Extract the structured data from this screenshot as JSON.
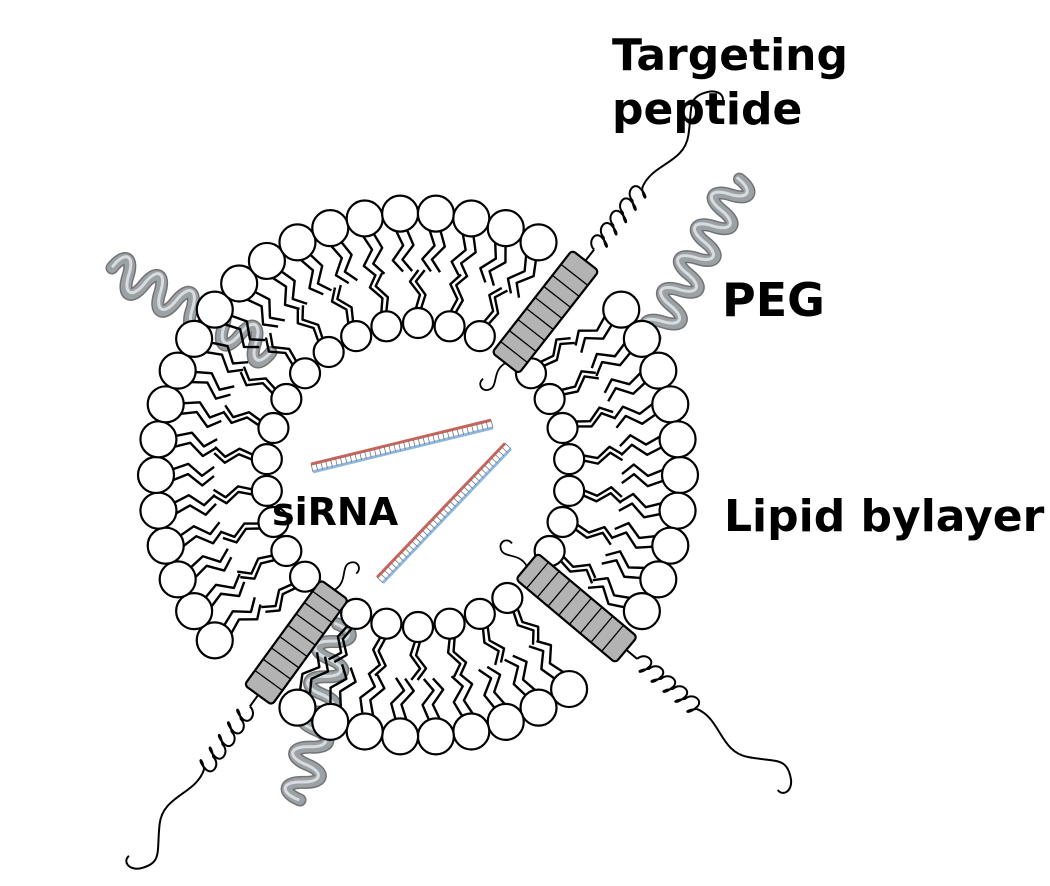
{
  "labels": {
    "targeting_peptide_line1": "Targeting",
    "targeting_peptide_line2": "peptide",
    "peg": "PEG",
    "lipid_bilayer": "Lipid bylayer",
    "sirna": "siRNA"
  },
  "colors": {
    "outline": "#000000",
    "head_fill": "#ffffff",
    "peg": "#9aa2a6",
    "peg_highlight": "#d8dcde",
    "channel": "#b3b3b3",
    "sirna_strand_a": "#8fb8e0",
    "sirna_strand_b": "#c8645c"
  }
}
